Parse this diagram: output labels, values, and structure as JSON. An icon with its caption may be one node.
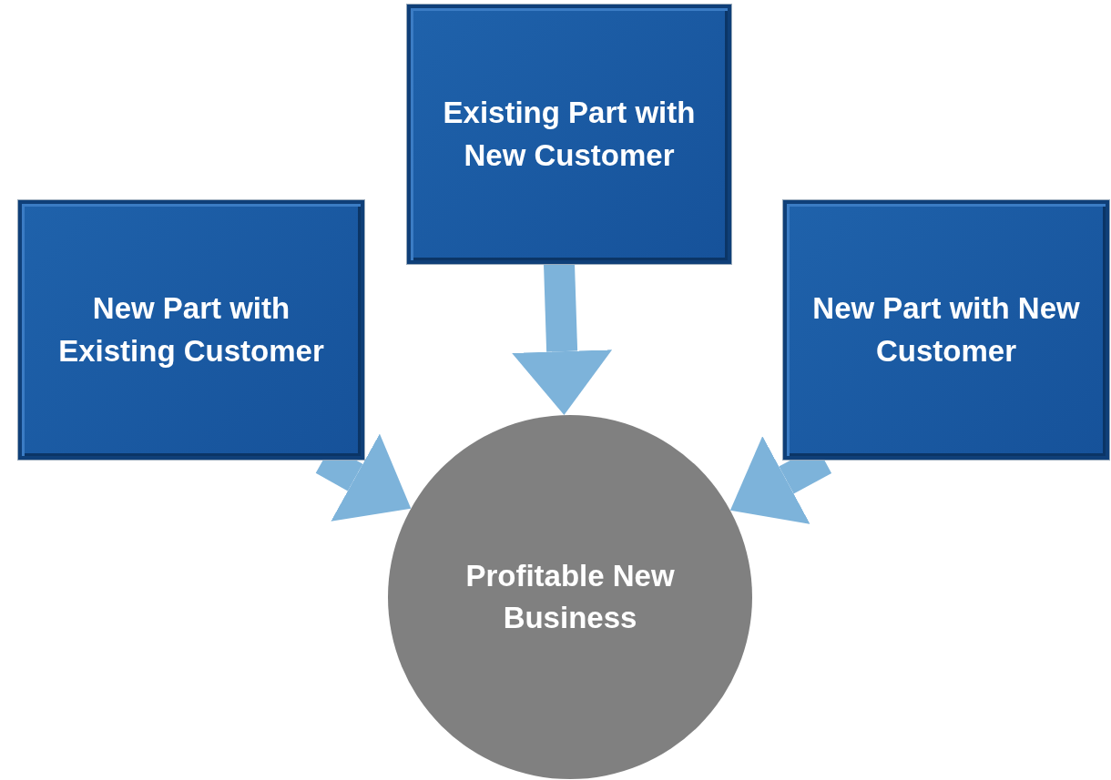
{
  "diagram": {
    "nodes": [
      {
        "text": [
          "Existing Part with New Customer"
        ]
      },
      {
        "text": [
          "New Part with Existing Customer"
        ]
      },
      {
        "text": [
          "New Part with New Customer"
        ]
      },
      {
        "text": [
          "Profitable New Business"
        ]
      }
    ],
    "edges": [
      {
        "from": 0,
        "to": 3,
        "arrow": "to"
      },
      {
        "from": 1,
        "to": 3,
        "arrow": "to"
      },
      {
        "from": 2,
        "to": 3,
        "arrow": "to"
      }
    ]
  }
}
